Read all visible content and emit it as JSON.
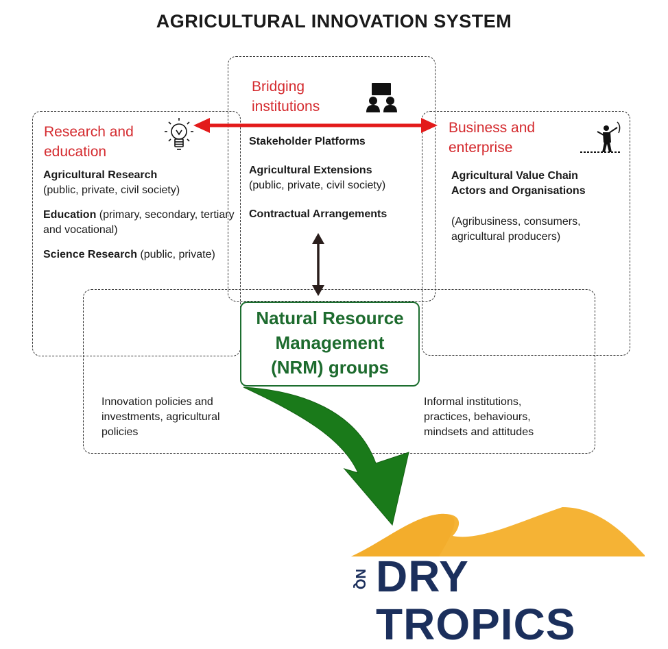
{
  "title": "AGRICULTURAL INNOVATION SYSTEM",
  "colors": {
    "red": "#d42a2e",
    "green": "#1d6b2e",
    "arrow_green": "#1a7a1a",
    "navy": "#1b2f5c",
    "gold": "#f5b335"
  },
  "research": {
    "heading_line1": "Research and",
    "heading_line2": "education",
    "icon": "lightbulb-icon",
    "items": [
      {
        "bold": "Agricultural Research",
        "rest": "(public, private, civil society)"
      },
      {
        "bold": "Education",
        "rest": " (primary, secondary, tertiary and vocational)"
      },
      {
        "bold": "Science Research",
        "rest": " (public, private)"
      }
    ]
  },
  "bridging": {
    "heading_line1": "Bridging",
    "heading_line2": "institutions",
    "icon": "meeting-icon",
    "items": [
      {
        "bold": "Stakeholder Platforms",
        "rest": ""
      },
      {
        "bold": "Agricultural Extensions",
        "rest": "(public, private, civil society)"
      },
      {
        "bold": "Contractual Arrangements",
        "rest": ""
      }
    ]
  },
  "business": {
    "heading_line1": "Business and",
    "heading_line2": "enterprise",
    "icon": "farmer-icon",
    "bold_line1": "Agricultural Value Chain",
    "bold_line2": "Actors and Organisations",
    "detail": "(Agribusiness, consumers, agricultural producers)"
  },
  "nrm": {
    "line1": "Natural Resource",
    "line2": "Management",
    "line3": "(NRM) groups"
  },
  "bottom_left": "Innovation policies and investments, agricultural policies",
  "bottom_right": "Informal institutions, practices, behaviours, mindsets and attitudes",
  "logo": {
    "small": "NQ",
    "main": "DRY TROPICS"
  }
}
